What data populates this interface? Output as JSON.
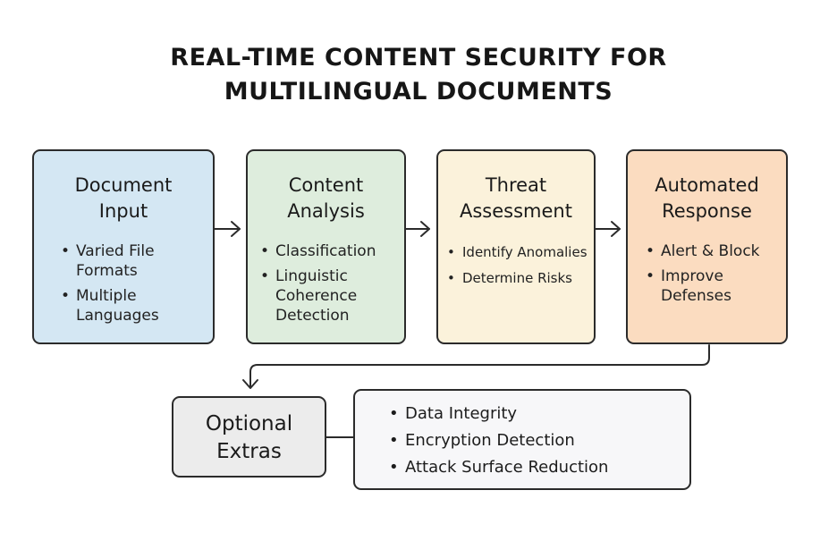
{
  "title": {
    "line1": "REAL-TIME CONTENT SECURITY FOR",
    "line2": "MULTILINGUAL DOCUMENTS"
  },
  "steps": [
    {
      "title_line1": "Document",
      "title_line2": "Input",
      "bullets": [
        "Varied File Formats",
        "Multiple Languages"
      ],
      "color": "#d4e7f3"
    },
    {
      "title_line1": "Content",
      "title_line2": "Analysis",
      "bullets": [
        "Classification",
        "Linguistic Coherence Detection"
      ],
      "color": "#deeddd"
    },
    {
      "title_line1": "Threat",
      "title_line2": "Assessment",
      "bullets": [
        "Identify Anomalies",
        "Determine Risks"
      ],
      "color": "#fbf2db"
    },
    {
      "title_line1": "Automated",
      "title_line2": "Response",
      "bullets": [
        "Alert & Block",
        "Improve Defenses"
      ],
      "color": "#fbdcc0"
    }
  ],
  "extras": {
    "title_line1": "Optional",
    "title_line2": "Extras",
    "color": "#ececec",
    "items": [
      "Data Integrity",
      "Encryption Detection",
      "Attack Surface Reduction"
    ],
    "items_color": "#f7f7f9"
  }
}
